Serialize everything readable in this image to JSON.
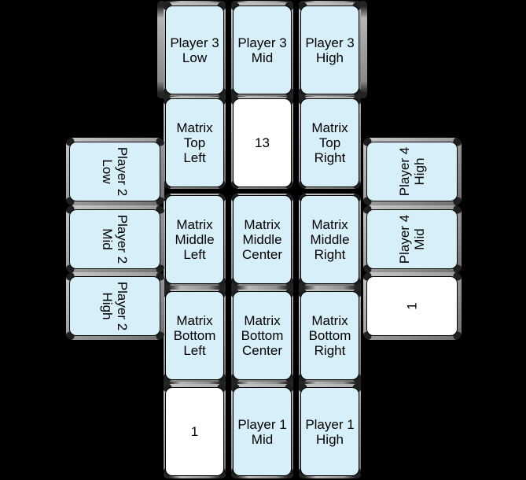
{
  "title": "Four-player matrix card game board",
  "colors": {
    "bg": "#000000",
    "card_face": "#d6eff8",
    "card_played": "#ffffff",
    "card_border": "#000000",
    "slot_mid": "#9b9b9b",
    "text": "#000000"
  },
  "cards": {
    "player3_low": "Player 3\nLow",
    "player3_mid": "Player 3\nMid",
    "player3_high": "Player 3\nHigh",
    "matrix_top_left": "Matrix\nTop\nLeft",
    "matrix_top_center": "13",
    "matrix_top_right": "Matrix\nTop\nRight",
    "matrix_middle_left": "Matrix\nMiddle\nLeft",
    "matrix_middle_center": "Matrix\nMiddle\nCenter",
    "matrix_middle_right": "Matrix\nMiddle\nRight",
    "matrix_bottom_left": "Matrix\nBottom\nLeft",
    "matrix_bottom_center": "Matrix\nBottom\nCenter",
    "matrix_bottom_right": "Matrix\nBottom\nRight",
    "player2_low": "Player 2\nLow",
    "player2_mid": "Player 2\nMid",
    "player2_high": "Player 2\nHigh",
    "player4_high": "Player 4\nHigh",
    "player4_mid": "Player 4\nMid",
    "player4_played": "1",
    "player1_played": "1",
    "player1_mid": "Player 1\nMid",
    "player1_high": "Player 1\nHigh"
  }
}
